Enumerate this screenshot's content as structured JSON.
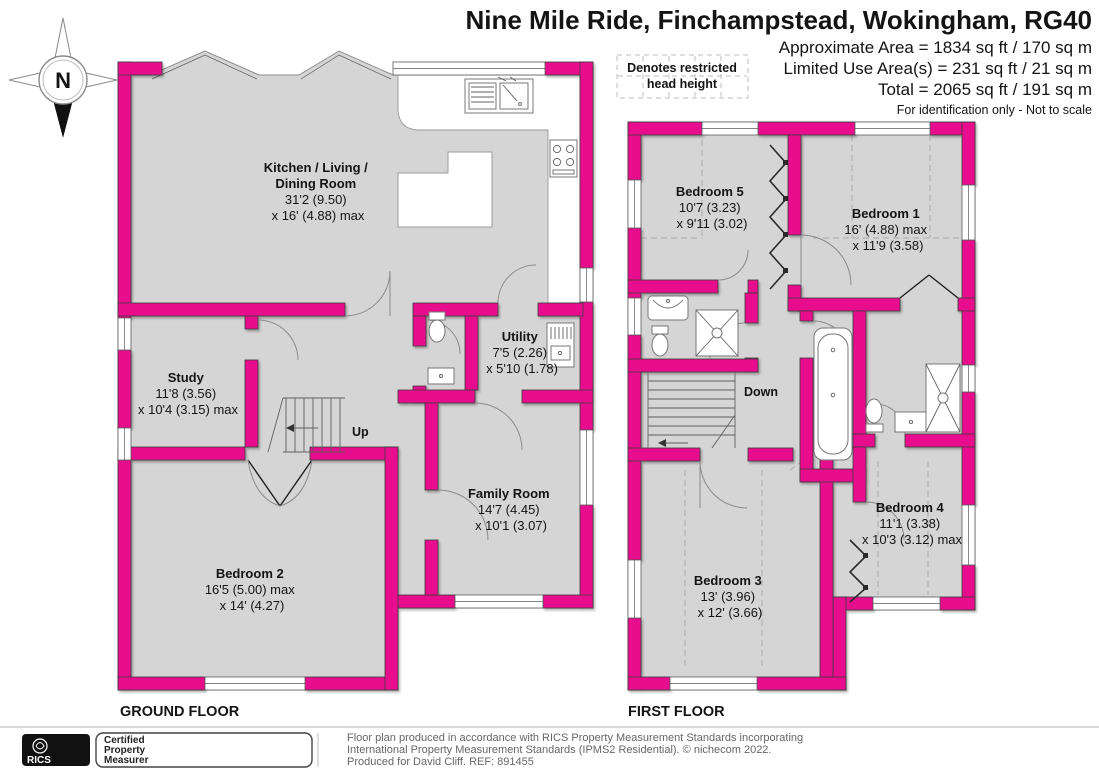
{
  "title": "Nine Mile Ride, Finchampstead, Wokingham, RG40",
  "area_summary": {
    "approximate": "Approximate Area = 1834 sq ft / 170 sq m",
    "limited_use": "Limited Use Area(s) = 231 sq ft / 21 sq m",
    "total": "Total = 2065 sq ft / 191 sq m",
    "disclaimer": "For identification only - Not to scale"
  },
  "legend": {
    "line1": "Denotes restricted",
    "line2": "head height"
  },
  "compass": {
    "north": "N"
  },
  "ground_floor": {
    "label": "GROUND FLOOR",
    "stairs": "Up",
    "rooms": {
      "kitchen": {
        "name1": "Kitchen / Living /",
        "name2": "Dining Room",
        "dim1": "31'2 (9.50)",
        "dim2": "x 16' (4.88) max"
      },
      "study": {
        "name": "Study",
        "dim1": "11'8 (3.56)",
        "dim2": "x 10'4 (3.15) max"
      },
      "utility": {
        "name": "Utility",
        "dim1": "7'5 (2.26)",
        "dim2": "x 5'10 (1.78)"
      },
      "family": {
        "name": "Family Room",
        "dim1": "14'7 (4.45)",
        "dim2": "x 10'1 (3.07)"
      },
      "bedroom2": {
        "name": "Bedroom 2",
        "dim1": "16'5 (5.00) max",
        "dim2": "x 14' (4.27)"
      }
    }
  },
  "first_floor": {
    "label": "FIRST FLOOR",
    "stairs": "Down",
    "rooms": {
      "bedroom5": {
        "name": "Bedroom 5",
        "dim1": "10'7 (3.23)",
        "dim2": "x 9'11 (3.02)"
      },
      "bedroom1": {
        "name": "Bedroom 1",
        "dim1": "16' (4.88) max",
        "dim2": "x 11'9 (3.58)"
      },
      "bedroom4": {
        "name": "Bedroom 4",
        "dim1": "11'1 (3.38)",
        "dim2": "x 10'3 (3.12) max"
      },
      "bedroom3": {
        "name": "Bedroom 3",
        "dim1": "13' (3.96)",
        "dim2": "x 12' (3.66)"
      }
    }
  },
  "footer": {
    "credit1": "Floor plan produced in accordance with RICS Property Measurement Standards incorporating",
    "credit2": "International Property Measurement Standards (IPMS2 Residential).   © nichecom 2022.",
    "credit3": "Produced for David Cliff.   REF: 891455",
    "rics": "RICS",
    "cert1": "Certified",
    "cert2": "Property",
    "cert3": "Measurer"
  },
  "colors": {
    "wall_pink": "#E8118C",
    "room_grey": "#D5D5D5"
  }
}
